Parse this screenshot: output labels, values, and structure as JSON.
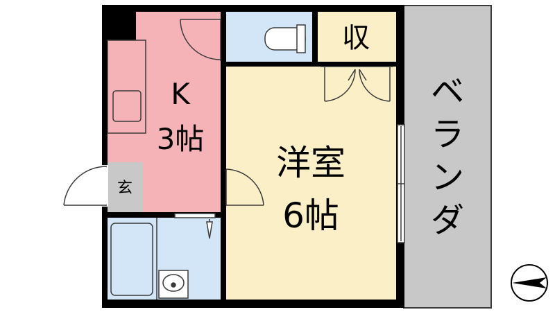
{
  "colors": {
    "kitchen": "#f5b3b8",
    "western_room": "#fbefc7",
    "wet_area": "#d3e6f7",
    "storage": "#fbefc7",
    "genkan": "#c8c8c8",
    "balcony": "#c8c8c8",
    "wall": "#000000",
    "line": "#3a3a3a"
  },
  "rooms": {
    "kitchen": {
      "name": "K",
      "size": "3帖"
    },
    "western": {
      "name": "洋室",
      "size": "6帖"
    },
    "storage": {
      "label": "収"
    },
    "genkan": {
      "label": "玄"
    },
    "balcony": {
      "chars": [
        "ベ",
        "ラ",
        "ン",
        "ダ"
      ]
    }
  },
  "compass": {
    "icon": "north-arrow-icon",
    "direction": "west"
  }
}
